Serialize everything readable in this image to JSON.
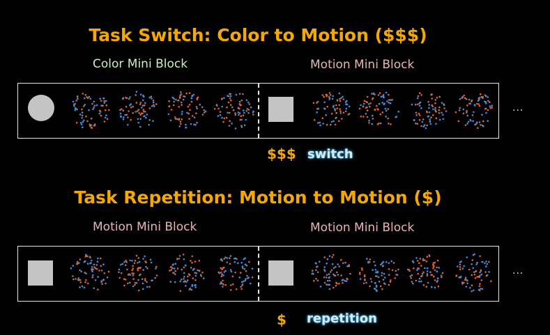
{
  "switch_section": {
    "title": "Task Switch: Color to Motion ($$$)",
    "left_block_label": "Color Mini Block",
    "right_block_label": "Motion Mini Block",
    "reward": "$$$",
    "cue": "switch",
    "first_cue_shape": "circle",
    "second_cue_shape": "square",
    "ellipsis": "..."
  },
  "repetition_section": {
    "title": "Task Repetition: Motion to Motion ($)",
    "left_block_label": "Motion Mini Block",
    "right_block_label": "Motion Mini Block",
    "reward": "$",
    "cue": "repetition",
    "first_cue_shape": "square",
    "second_cue_shape": "square",
    "ellipsis": "..."
  },
  "colors": {
    "title": "#f5a800",
    "dot_orange": "#e0632a",
    "dot_blue": "#3d8fe0",
    "cue_shape": "#c4c4c4"
  }
}
